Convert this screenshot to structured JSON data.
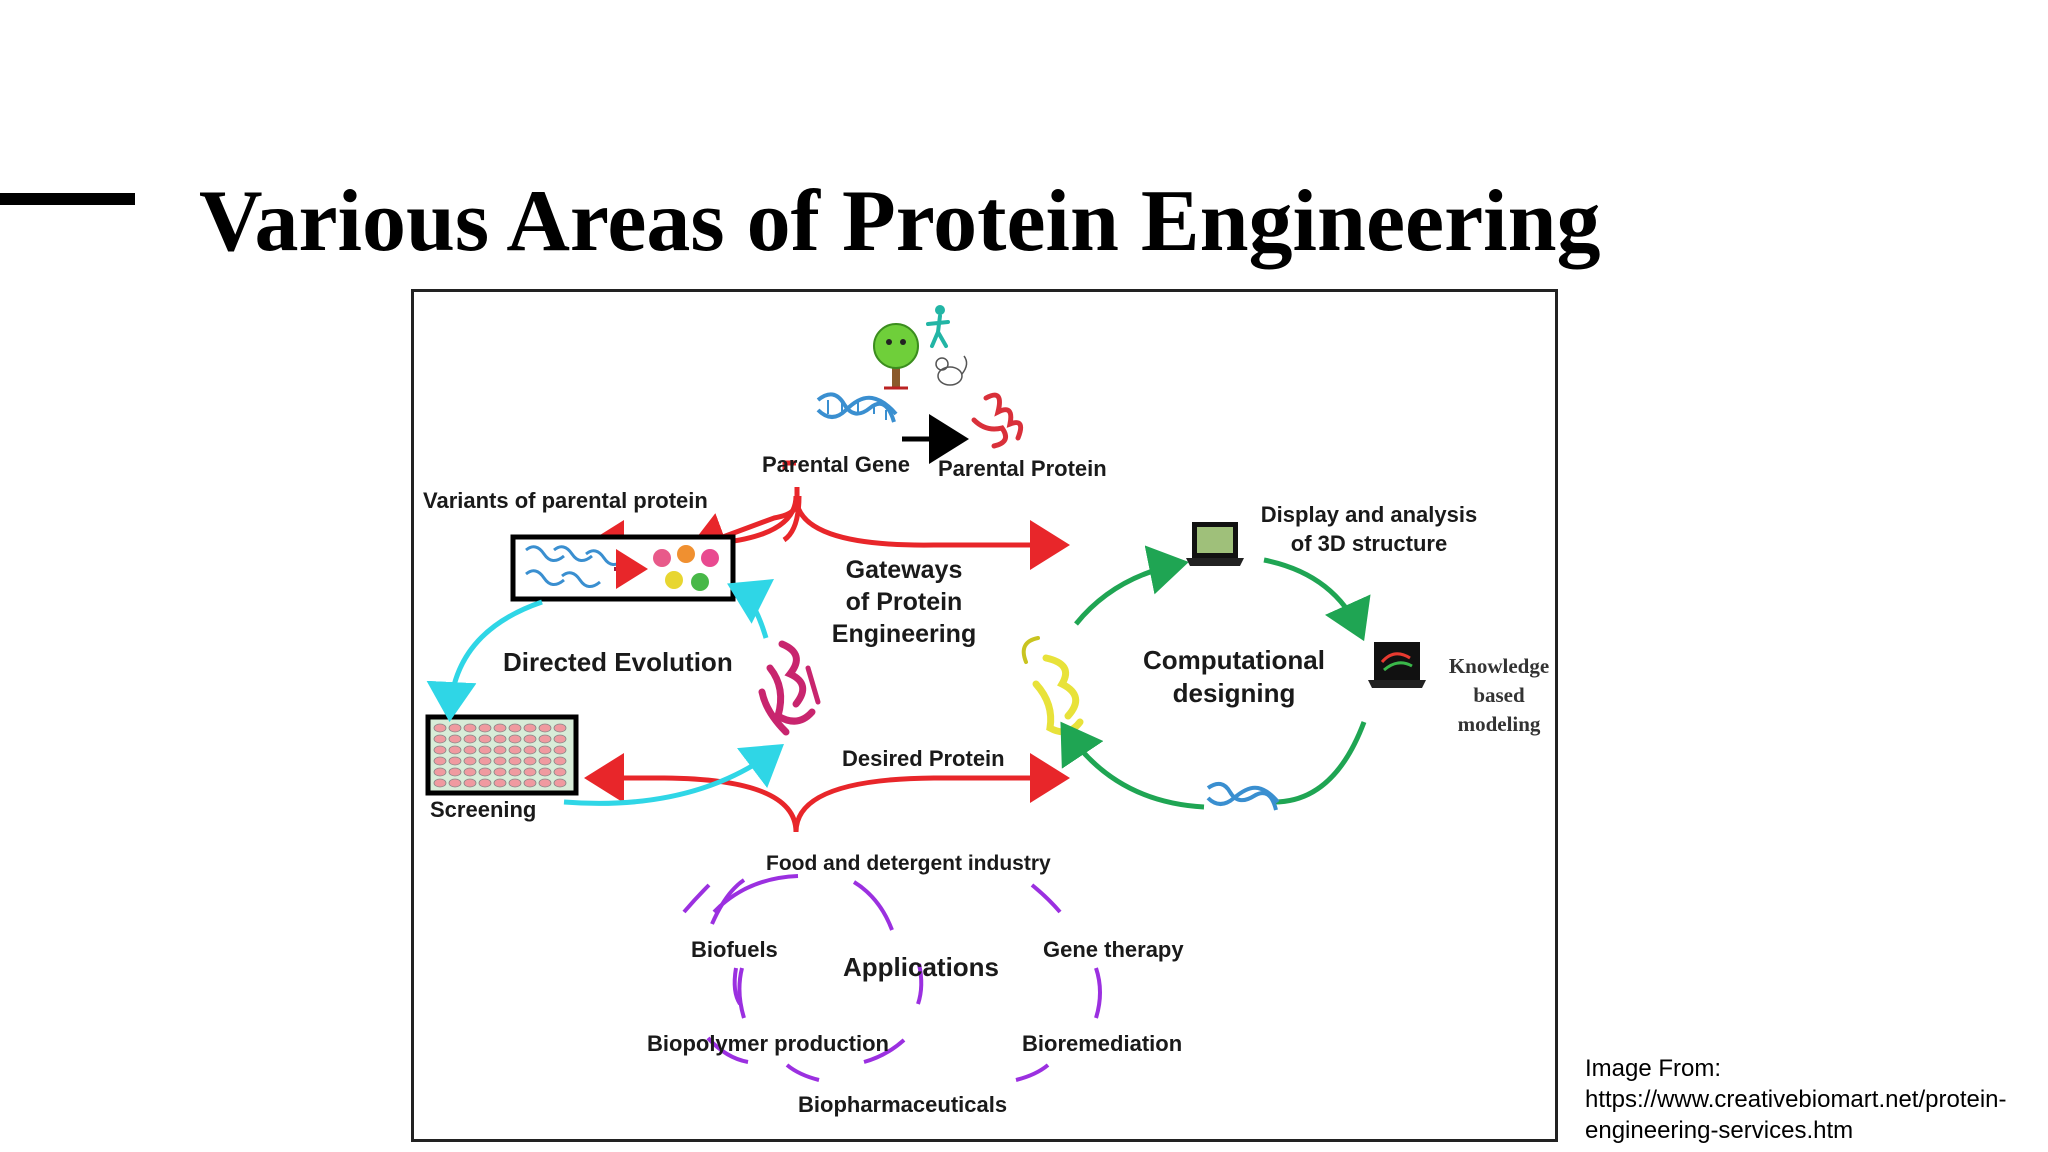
{
  "slide": {
    "title": "Various Areas of Protein Engineering"
  },
  "diagram": {
    "parental_gene": "Parental Gene",
    "parental_protein": "Parental Protein",
    "variants": "Variants of parental protein",
    "gateways": [
      "Gateways",
      "of Protein",
      "Engineering"
    ],
    "directed_evolution": "Directed Evolution",
    "screening": "Screening",
    "display_analysis": [
      "Display and analysis",
      "of 3D structure"
    ],
    "computational": [
      "Computational",
      "designing"
    ],
    "knowledge": [
      "Knowledge",
      "based",
      "modeling"
    ],
    "desired_protein": "Desired Protein",
    "applications": {
      "center": "Applications",
      "food": "Food and detergent industry",
      "biofuels": "Biofuels",
      "gene_therapy": "Gene therapy",
      "biopolymer": "Biopolymer production",
      "bioremediation": "Bioremediation",
      "biopharmaceuticals": "Biopharmaceuticals"
    }
  },
  "caption": {
    "line1": "Image From:",
    "line2": "https://www.creativebiomart.net/protein-",
    "line3": "engineering-services.htm"
  },
  "colors": {
    "red_arrow": "#e8262a",
    "cyan_arrow": "#2fd6e6",
    "green_arrow": "#1fa553",
    "purple_arc": "#9b30e0",
    "dna_blue": "#3a8fd0",
    "protein_red": "#d9303a",
    "protein_magenta": "#c8256e",
    "protein_yellow": "#e8e23a"
  }
}
